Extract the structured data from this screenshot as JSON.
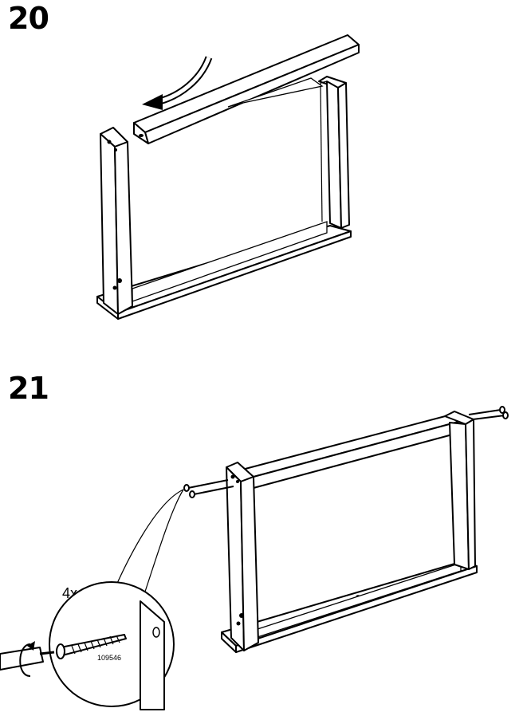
{
  "steps": [
    {
      "number": "20"
    },
    {
      "number": "21",
      "quantity": "4x",
      "article_number": "109546"
    }
  ],
  "colors": {
    "line": "#000000",
    "fill": "#ffffff"
  },
  "icons": [
    "curved-arrow-icon",
    "screw-icon",
    "screwdriver-icon",
    "rotation-arrow-icon"
  ]
}
